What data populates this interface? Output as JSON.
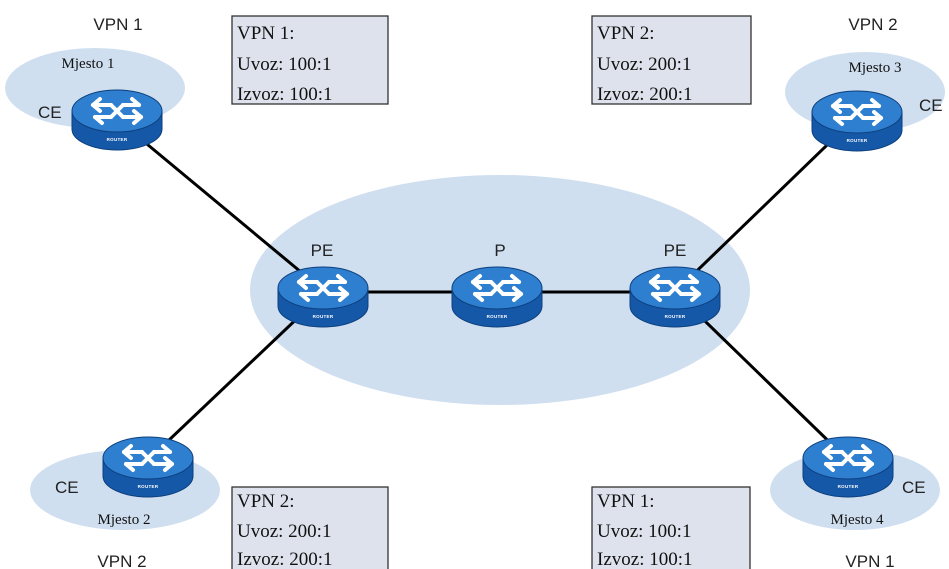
{
  "colors": {
    "cloud_fill": "#cfdff0",
    "router_top": "#2f7fd0",
    "router_side": "#1558a8",
    "router_edge": "#0d3f7c",
    "link": "#000000",
    "box_fill": "#dde2ec",
    "box_stroke": "#333333"
  },
  "router_badge": "ROUTER",
  "nodes": {
    "ce1": {
      "role": "CE",
      "site": "Mjesto 1",
      "vpn": "VPN 1"
    },
    "ce2": {
      "role": "CE",
      "site": "Mjesto 2",
      "vpn": "VPN 2"
    },
    "ce3": {
      "role": "CE",
      "site": "Mjesto 3",
      "vpn": "VPN 2"
    },
    "ce4": {
      "role": "CE",
      "site": "Mjesto 4",
      "vpn": "VPN 1"
    },
    "pe_left": {
      "role": "PE"
    },
    "p": {
      "role": "P"
    },
    "pe_right": {
      "role": "PE"
    }
  },
  "boxes": {
    "top_left": {
      "title": "VPN 1:",
      "import": "Uvoz: 100:1",
      "export": "Izvoz: 100:1"
    },
    "top_right": {
      "title": "VPN 2:",
      "import": "Uvoz: 200:1",
      "export": "Izvoz: 200:1"
    },
    "bottom_left": {
      "title": "VPN 2:",
      "import": "Uvoz: 200:1",
      "export": "Izvoz: 200:1"
    },
    "bottom_right": {
      "title": "VPN 1:",
      "import": "Uvoz: 100:1",
      "export": "Izvoz: 100:1"
    }
  }
}
